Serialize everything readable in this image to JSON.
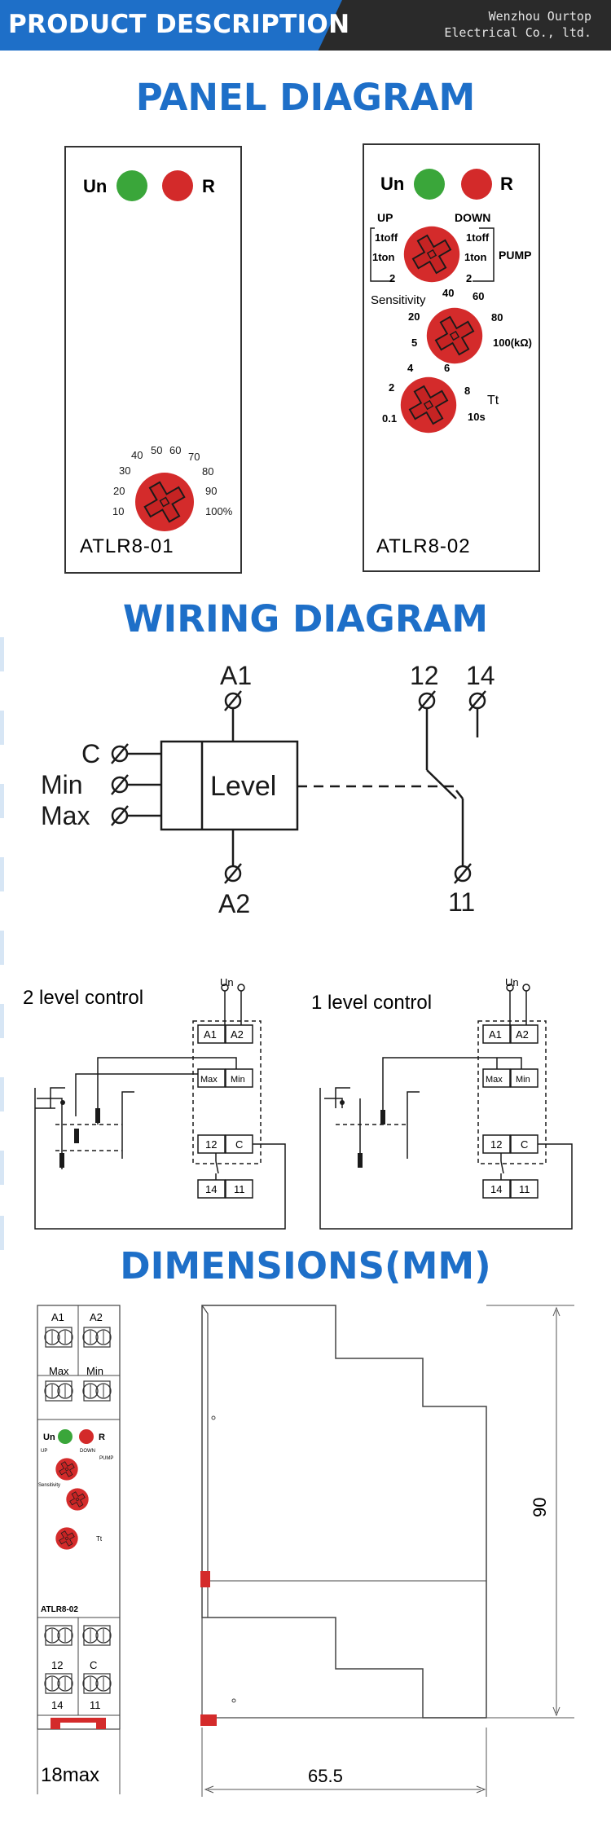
{
  "header": {
    "title": "PRODUCT DESCRIPTION",
    "company_line1": "Wenzhou Ourtop",
    "company_line2": "Electrical Co., ltd."
  },
  "sections": {
    "panel": "PANEL DIAGRAM",
    "wiring": "WIRING DIAGRAM",
    "dimensions": "DIMENSIONS(MM)"
  },
  "colors": {
    "accent": "#1e6fc8",
    "green_led": "#3aa63a",
    "red_led": "#d32a2a",
    "knob": "#d42b2b"
  },
  "panel1": {
    "un": "Un",
    "r": "R",
    "scale": [
      "10",
      "20",
      "30",
      "40",
      "50",
      "60",
      "70",
      "80",
      "90",
      "100%"
    ],
    "model": "ATLR8-01"
  },
  "panel2": {
    "un": "Un",
    "r": "R",
    "up": "UP",
    "down": "DOWN",
    "toff_l": "1toff",
    "ton_l": "1ton",
    "two_l": "2",
    "toff_r": "1toff",
    "ton_r": "1ton",
    "two_r": "2",
    "pump": "PUMP",
    "sensitivity": "Sensitivity",
    "sens_scale": [
      "5",
      "20",
      "40",
      "60",
      "80",
      "100(kΩ)"
    ],
    "tt": "Tt",
    "tt_scale": [
      "0.1",
      "2",
      "4",
      "6",
      "8",
      "10s"
    ],
    "model": "ATLR8-02"
  },
  "wiring": {
    "a1": "A1",
    "a2": "A2",
    "c": "C",
    "min": "Min",
    "max": "Max",
    "level": "Level",
    "t12": "12",
    "t14": "14",
    "t11": "11"
  },
  "control": {
    "two_level": "2 level control",
    "one_level": "1 level control",
    "un": "Un",
    "a1": "A1",
    "a2": "A2",
    "max": "Max",
    "min": "Min",
    "t12": "12",
    "c": "C",
    "t14": "14",
    "t11": "11"
  },
  "dims": {
    "a1": "A1",
    "a2": "A2",
    "max": "Max",
    "min": "Min",
    "t12": "12",
    "c": "C",
    "t14": "14",
    "t11": "11",
    "model": "ATLR8-02",
    "width": "18max",
    "depth": "65.5",
    "height": "90",
    "un": "Un",
    "r": "R",
    "up": "UP",
    "down": "DOWN",
    "pump": "PUMP",
    "sensitivity": "Sensitivity",
    "tt": "Tt"
  }
}
